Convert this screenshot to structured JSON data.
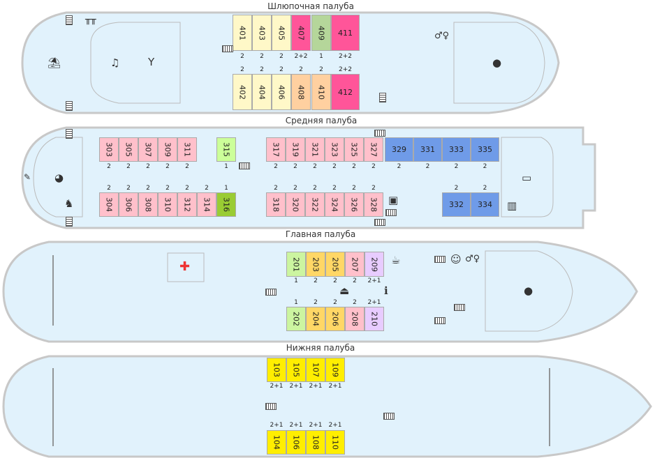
{
  "decks": [
    {
      "title": "Шлюпочная палуба",
      "cabins": [
        {
          "no": "401",
          "cap": "2",
          "color": "#fff8c8"
        },
        {
          "no": "403",
          "cap": "2",
          "color": "#fff8c8"
        },
        {
          "no": "405",
          "cap": "2",
          "color": "#fff8c8"
        },
        {
          "no": "407",
          "cap": "2+2",
          "color": "#ff5599"
        },
        {
          "no": "409",
          "cap": "1",
          "color": "#b5d69a"
        },
        {
          "no": "411",
          "cap": "2+2",
          "color": "#ff5599"
        },
        {
          "no": "402",
          "cap": "2",
          "color": "#fff8c8"
        },
        {
          "no": "404",
          "cap": "2",
          "color": "#fff8c8"
        },
        {
          "no": "406",
          "cap": "2",
          "color": "#fff8c8"
        },
        {
          "no": "408",
          "cap": "2",
          "color": "#ffd0a0"
        },
        {
          "no": "410",
          "cap": "2",
          "color": "#ffd0a0"
        },
        {
          "no": "412",
          "cap": "2+2",
          "color": "#ff5599"
        }
      ]
    },
    {
      "title": "Средняя палуба",
      "cabins": [
        {
          "no": "303",
          "cap": "2",
          "color": "#ffc0cb"
        },
        {
          "no": "305",
          "cap": "2",
          "color": "#ffc0cb"
        },
        {
          "no": "307",
          "cap": "2",
          "color": "#ffc0cb"
        },
        {
          "no": "309",
          "cap": "2",
          "color": "#ffc0cb"
        },
        {
          "no": "311",
          "cap": "2",
          "color": "#ffc0cb"
        },
        {
          "no": "315",
          "cap": "1",
          "color": "#ccff99"
        },
        {
          "no": "317",
          "cap": "2",
          "color": "#ffc0cb"
        },
        {
          "no": "319",
          "cap": "2",
          "color": "#ffc0cb"
        },
        {
          "no": "321",
          "cap": "2",
          "color": "#ffc0cb"
        },
        {
          "no": "323",
          "cap": "2",
          "color": "#ffc0cb"
        },
        {
          "no": "325",
          "cap": "2",
          "color": "#ffc0cb"
        },
        {
          "no": "327",
          "cap": "2",
          "color": "#ffc0cb"
        },
        {
          "no": "329",
          "cap": "2",
          "color": "#6f9be8"
        },
        {
          "no": "331",
          "cap": "2",
          "color": "#6f9be8"
        },
        {
          "no": "333",
          "cap": "2",
          "color": "#6f9be8"
        },
        {
          "no": "335",
          "cap": "2",
          "color": "#6f9be8"
        },
        {
          "no": "304",
          "cap": "2",
          "color": "#ffc0cb"
        },
        {
          "no": "306",
          "cap": "2",
          "color": "#ffc0cb"
        },
        {
          "no": "308",
          "cap": "2",
          "color": "#ffc0cb"
        },
        {
          "no": "310",
          "cap": "2",
          "color": "#ffc0cb"
        },
        {
          "no": "312",
          "cap": "2",
          "color": "#ffc0cb"
        },
        {
          "no": "314",
          "cap": "2",
          "color": "#ffc0cb"
        },
        {
          "no": "316",
          "cap": "1",
          "color": "#99cc33"
        },
        {
          "no": "318",
          "cap": "2",
          "color": "#ffc0cb"
        },
        {
          "no": "320",
          "cap": "2",
          "color": "#ffc0cb"
        },
        {
          "no": "322",
          "cap": "2",
          "color": "#ffc0cb"
        },
        {
          "no": "324",
          "cap": "2",
          "color": "#ffc0cb"
        },
        {
          "no": "326",
          "cap": "2",
          "color": "#ffc0cb"
        },
        {
          "no": "328",
          "cap": "2",
          "color": "#ffc0cb"
        },
        {
          "no": "332",
          "cap": "2",
          "color": "#6f9be8"
        },
        {
          "no": "334",
          "cap": "2",
          "color": "#6f9be8"
        }
      ]
    },
    {
      "title": "Главная палуба",
      "cabins": [
        {
          "no": "201",
          "cap": "1",
          "color": "#ccf5a0"
        },
        {
          "no": "203",
          "cap": "2",
          "color": "#ffd766"
        },
        {
          "no": "205",
          "cap": "2",
          "color": "#ffd766"
        },
        {
          "no": "207",
          "cap": "2",
          "color": "#ffc0cb"
        },
        {
          "no": "209",
          "cap": "2+1",
          "color": "#e8ccff"
        },
        {
          "no": "202",
          "cap": "1",
          "color": "#ccf5a0"
        },
        {
          "no": "204",
          "cap": "2",
          "color": "#ffd766"
        },
        {
          "no": "206",
          "cap": "2",
          "color": "#ffd766"
        },
        {
          "no": "208",
          "cap": "2",
          "color": "#ffc0cb"
        },
        {
          "no": "210",
          "cap": "2+1",
          "color": "#e8ccff"
        }
      ]
    },
    {
      "title": "Нижняя палуба",
      "cabins": [
        {
          "no": "103",
          "cap": "2+1",
          "color": "#ffee00"
        },
        {
          "no": "105",
          "cap": "2+1",
          "color": "#ffee00"
        },
        {
          "no": "107",
          "cap": "2+1",
          "color": "#ffee00"
        },
        {
          "no": "109",
          "cap": "2+1",
          "color": "#ffee00"
        },
        {
          "no": "104",
          "cap": "2+1",
          "color": "#ffee00"
        },
        {
          "no": "106",
          "cap": "2+1",
          "color": "#ffee00"
        },
        {
          "no": "108",
          "cap": "2+1",
          "color": "#ffee00"
        },
        {
          "no": "110",
          "cap": "2+1",
          "color": "#ffee00"
        }
      ]
    }
  ],
  "icons": [
    "beach-umbrella",
    "music",
    "cocktail",
    "dining-table",
    "toilets",
    "restaurant",
    "art-palette",
    "rocking-horse",
    "sofa",
    "library",
    "coffee",
    "first-aid",
    "ironing",
    "info",
    "baby-room"
  ]
}
